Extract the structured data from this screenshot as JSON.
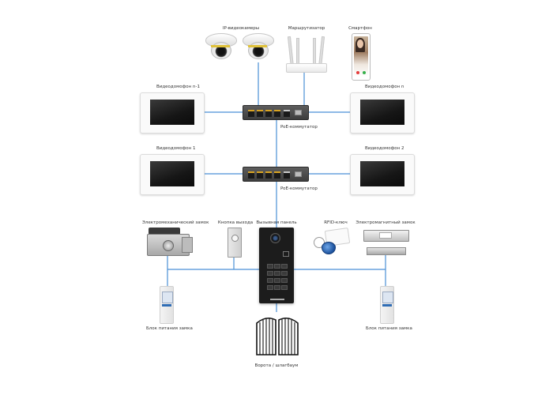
{
  "diagram": {
    "colors": {
      "wire": "#4a8fd6",
      "screen": "#1b1b1b",
      "switch_body": "#4b4b4b",
      "port_accent": "#d9a423"
    },
    "labels": {
      "ip_cameras": "IP-видеокамеры",
      "router": "Маршрутизатор",
      "smartphone": "Смартфон",
      "monitor_n_minus_1": "Видеодомофон n-1",
      "monitor_n": "Видеодомофон n",
      "poe_switch_top": "PoE-коммутатор",
      "monitor_1": "Видеодомофон 1",
      "monitor_2": "Видеодомофон 2",
      "poe_switch_bottom": "PoE-коммутатор",
      "electromechanical_lock": "Электромеханический замок",
      "exit_button": "Кнопка выхода",
      "call_panel": "Вызывная панель",
      "rfid_key": "RFID-ключ",
      "electromagnetic_lock": "Электромагнитный замок",
      "lock_psu_left": "Блок питания замка",
      "lock_psu_right": "Блок питания замка",
      "gate": "Ворота / шлагбаум"
    }
  }
}
